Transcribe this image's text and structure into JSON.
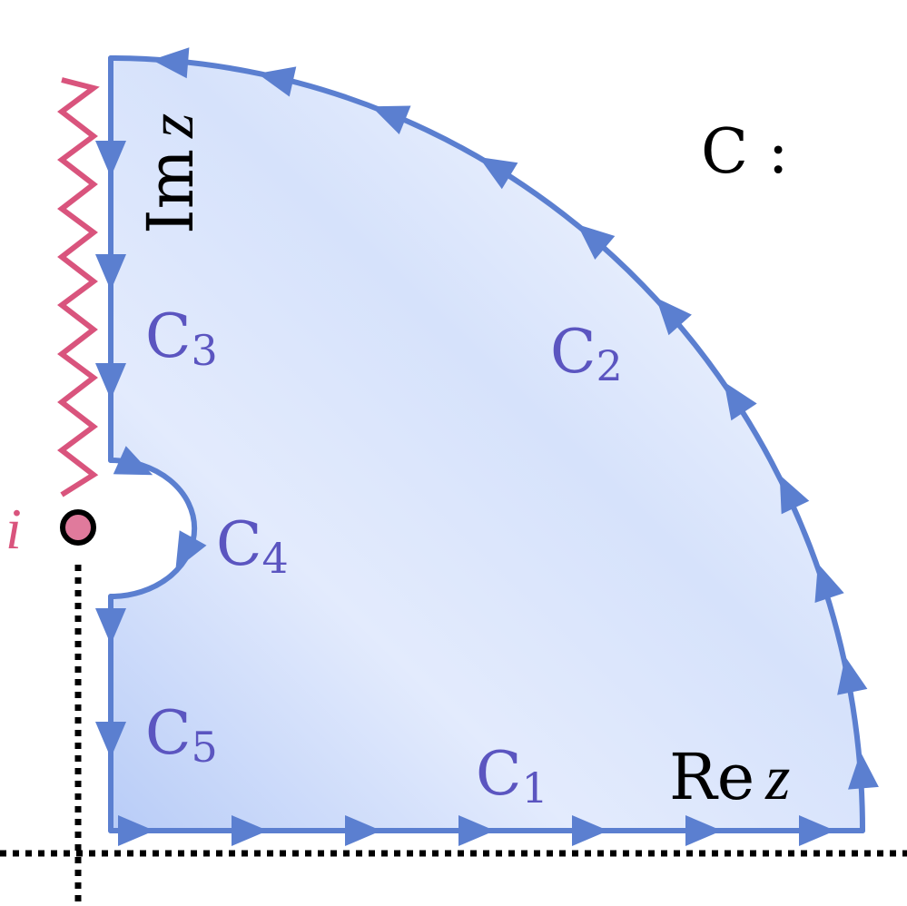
{
  "figure": {
    "contour_name": "C :",
    "axis_labels": {
      "imaginary_prefix": "Im",
      "imaginary_var": "z",
      "real_prefix": "Re",
      "real_var": "z"
    },
    "branch_point_label": "i",
    "segments": [
      {
        "letter": "C",
        "index": "1"
      },
      {
        "letter": "C",
        "index": "2"
      },
      {
        "letter": "C",
        "index": "3"
      },
      {
        "letter": "C",
        "index": "4"
      },
      {
        "letter": "C",
        "index": "5"
      }
    ]
  },
  "colors": {
    "contour": "#5b7fd0",
    "segment_label": "#5b55c0",
    "branch_cut": "#d9547d",
    "branch_point_fill": "#e07a9c",
    "axis": "#000000",
    "text": "#000000",
    "region_light": "#ffffff",
    "region_dark": "#b8ccf7"
  }
}
